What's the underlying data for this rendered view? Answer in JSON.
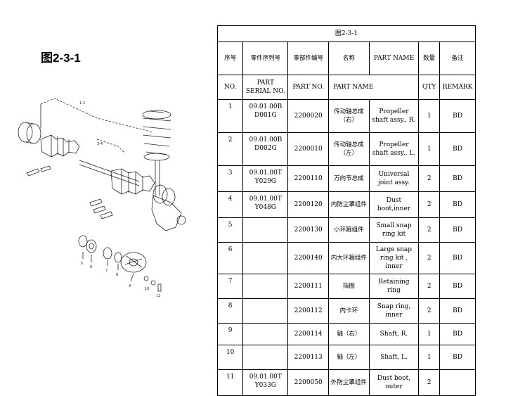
{
  "figure_label": "图2-3-1",
  "table": {
    "caption": "图2-3-1",
    "headers_cn": [
      "序号",
      "零件序列号",
      "零部件编号",
      "名称",
      "PART NAME",
      "数量",
      "备注"
    ],
    "headers_en": [
      "NO.",
      "PART SERIAL NO.",
      "PART NO.",
      "PART NAME",
      "",
      "QTY",
      "REMARK"
    ],
    "rows": [
      {
        "no": "1",
        "serial": "09.01.00B D001G",
        "part_no": "2200020",
        "name_cn": "传动轴总成（右）",
        "name_en": "Propeller shaft assy., R.",
        "qty": "1",
        "remark": "BD"
      },
      {
        "no": "2",
        "serial": "09.01.00B D002G",
        "part_no": "2200010",
        "name_cn": "传动轴总成（左）",
        "name_en": "Propeller shaft assy., L.",
        "qty": "1",
        "remark": "BD"
      },
      {
        "no": "3",
        "serial": "09.01.00T Y029G",
        "part_no": "2200110",
        "name_cn": "万向节总成",
        "name_en": "Universal joint assy.",
        "qty": "2",
        "remark": "BD"
      },
      {
        "no": "4",
        "serial": "09.01.00T Y048G",
        "part_no": "2200120",
        "name_cn": "内防尘罩组件",
        "name_en": "Dust boot,inner",
        "qty": "2",
        "remark": "BD"
      },
      {
        "no": "5",
        "serial": "",
        "part_no": "2200130",
        "name_cn": "小环箍组件",
        "name_en": "Small snap ring kit",
        "qty": "2",
        "remark": "BD"
      },
      {
        "no": "6",
        "serial": "",
        "part_no": "2200140",
        "name_cn": "内大环箍组件",
        "name_en": "Large snap ring kit , inner",
        "qty": "2",
        "remark": "BD"
      },
      {
        "no": "7",
        "serial": "",
        "part_no": "2200111",
        "name_cn": "挡圈",
        "name_en": "Retaining ring",
        "qty": "2",
        "remark": "BD"
      },
      {
        "no": "8",
        "serial": "",
        "part_no": "2200112",
        "name_cn": "内卡环",
        "name_en": "Snap ring, inner",
        "qty": "2",
        "remark": "BD"
      },
      {
        "no": "9",
        "serial": "",
        "part_no": "2200114",
        "name_cn": "轴（右）",
        "name_en": "Shaft, R.",
        "qty": "1",
        "remark": "BD"
      },
      {
        "no": "10",
        "serial": "",
        "part_no": "2200113",
        "name_cn": "轴（左）",
        "name_en": "Shaft, L.",
        "qty": "1",
        "remark": "BD"
      },
      {
        "no": "11",
        "serial": "09.01.00T Y033G",
        "part_no": "2200050",
        "name_cn": "外防尘罩组件",
        "name_en": "Dust boot, outer",
        "qty": "2",
        "remark": ""
      }
    ]
  },
  "diagram": {
    "callouts": [
      "1-2",
      "3-4",
      "5",
      "6",
      "7",
      "8",
      "9",
      "10",
      "11"
    ]
  }
}
